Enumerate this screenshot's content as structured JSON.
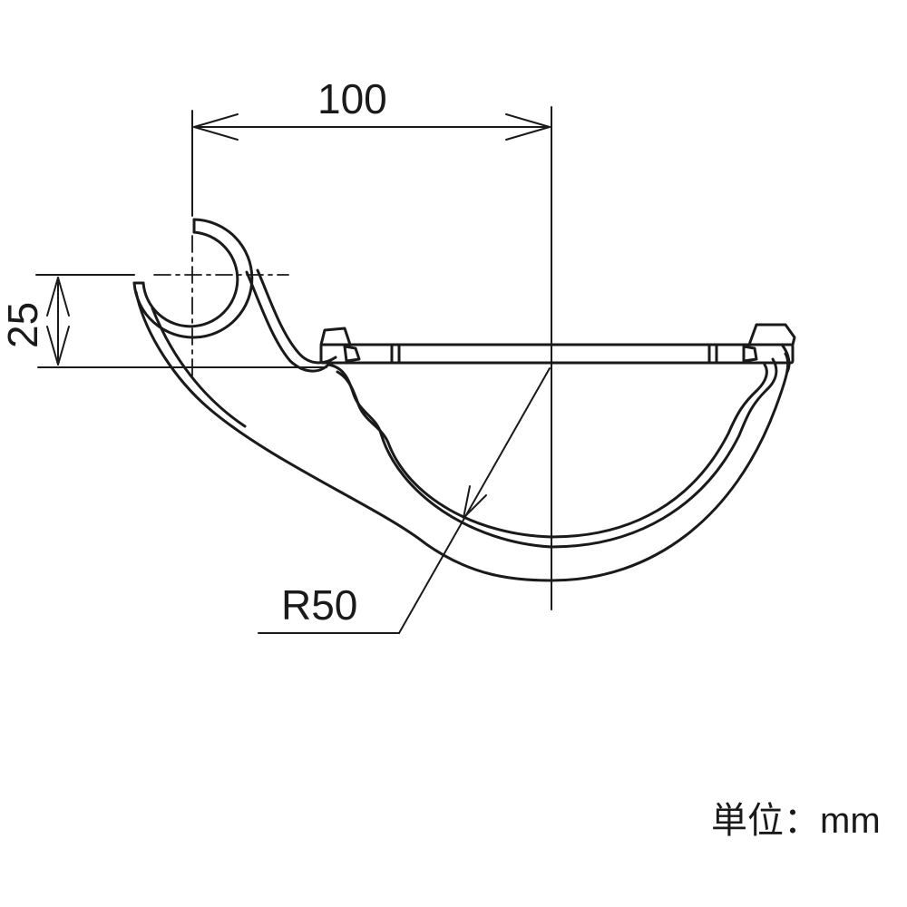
{
  "dimensions": {
    "width": "100",
    "height": "25",
    "radius": "R50"
  },
  "unit_note": "単位：mm",
  "colors": {
    "line": "#1a1a1a",
    "background": "#ffffff"
  }
}
